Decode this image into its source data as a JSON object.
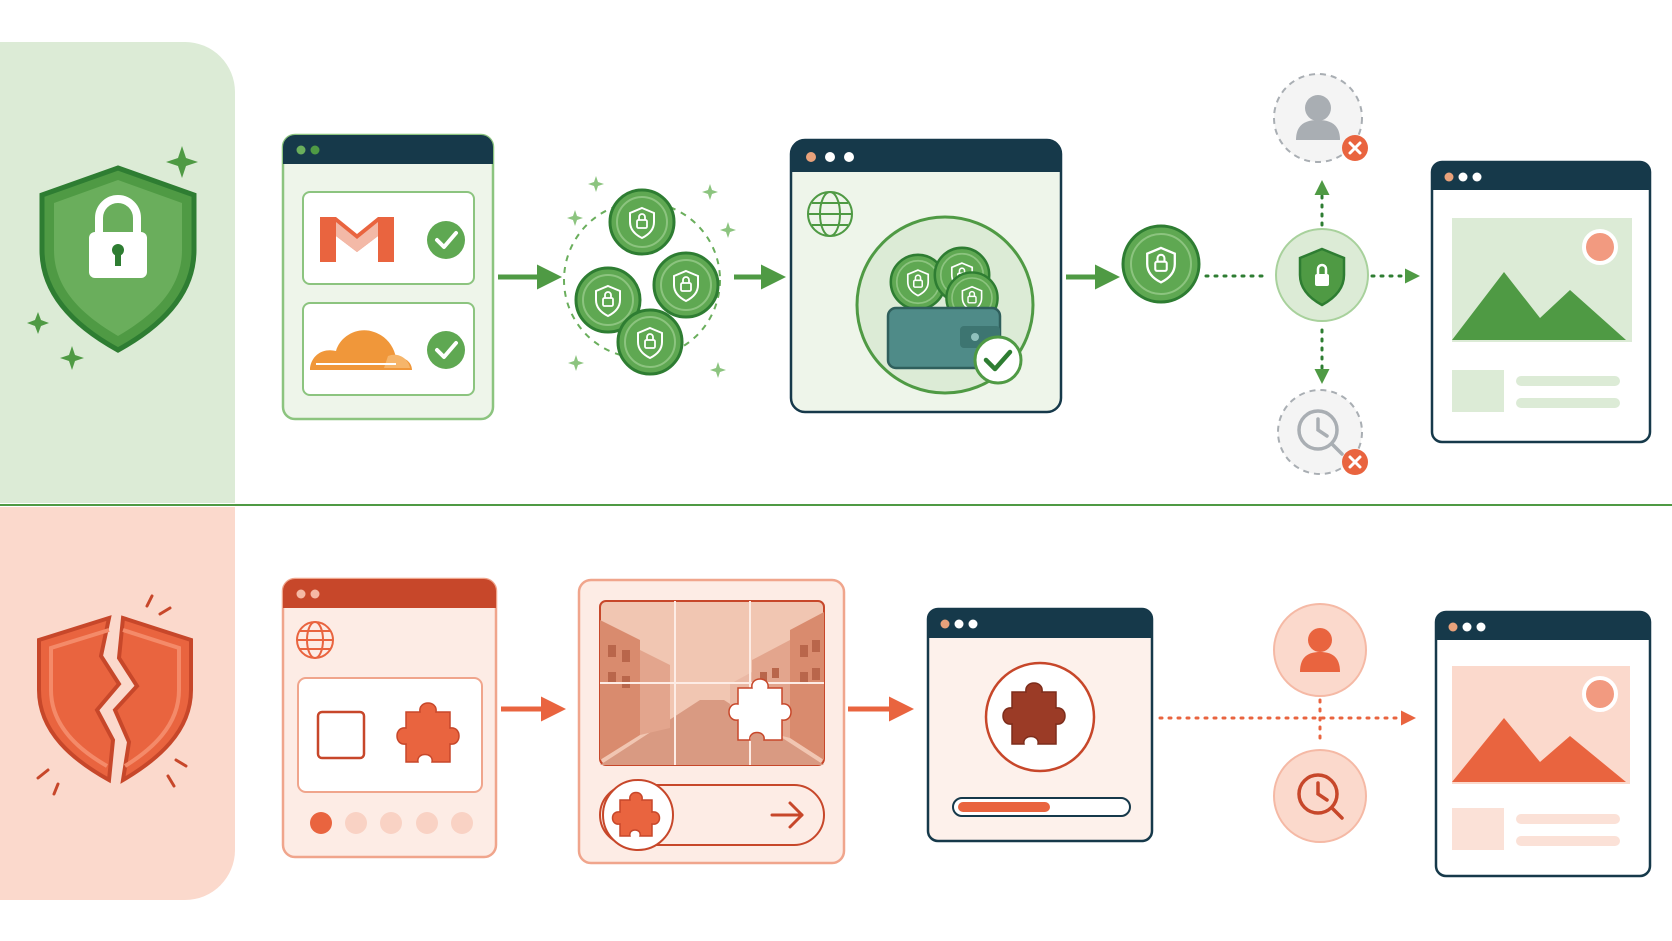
{
  "colors": {
    "green_dark": "#2e7d32",
    "green": "#4f9a44",
    "green_mid": "#5fa852",
    "green_light": "#dcebd6",
    "green_panel": "#e9f2e5",
    "navy": "#16394a",
    "orange": "#e9643f",
    "orange_dark": "#c7472a",
    "orange_light": "#fbe1d7",
    "orange_panel": "#fde9e1",
    "gray": "#a9aeb3",
    "teal": "#4f8b88",
    "red_x": "#e9643f"
  },
  "top_flow": {
    "panel": "secure-path",
    "steps": [
      "shield-lock",
      "trusted-accounts",
      "trust-tokens",
      "wallet-verified",
      "token",
      "verification-hub",
      "content-page"
    ],
    "blocked_checks": [
      "account-check",
      "time-check"
    ]
  },
  "bottom_flow": {
    "panel": "broken-path",
    "steps": [
      "broken-shield",
      "puzzle-captcha-page",
      "image-puzzle-slider",
      "puzzle-progress",
      "user-and-time-checks",
      "content-page"
    ]
  }
}
